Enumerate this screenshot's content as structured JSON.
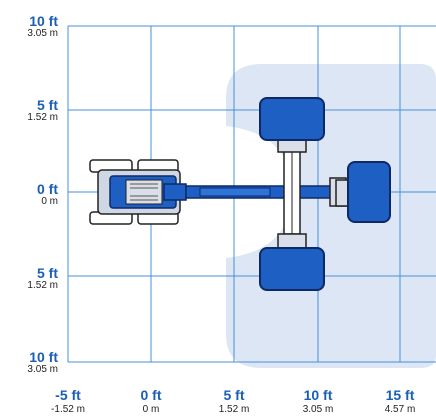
{
  "colors": {
    "grid": "#4a90d9",
    "envelope": "#dce6f5",
    "machine_blue": "#1e5fc4",
    "machine_dark": "#0d2a66",
    "text_ft": "#1a5fb4",
    "text_m": "#222222"
  },
  "y_axis_labels": [
    {
      "ft": "10 ft",
      "m": "3.05 m"
    },
    {
      "ft": "5 ft",
      "m": "1.52 m"
    },
    {
      "ft": "0 ft",
      "m": "0 m"
    },
    {
      "ft": "5 ft",
      "m": "1.52 m"
    },
    {
      "ft": "10 ft",
      "m": "3.05 m"
    }
  ],
  "x_axis_labels": [
    {
      "ft": "-5 ft",
      "m": "-1.52 m"
    },
    {
      "ft": "0 ft",
      "m": "0 m"
    },
    {
      "ft": "5 ft",
      "m": "1.52 m"
    },
    {
      "ft": "10 ft",
      "m": "3.05 m"
    },
    {
      "ft": "15 ft",
      "m": "4.57 m"
    }
  ],
  "icons": {
    "machine": "boom-lift-top-view-icon",
    "platform": "platform-basket-icon"
  }
}
